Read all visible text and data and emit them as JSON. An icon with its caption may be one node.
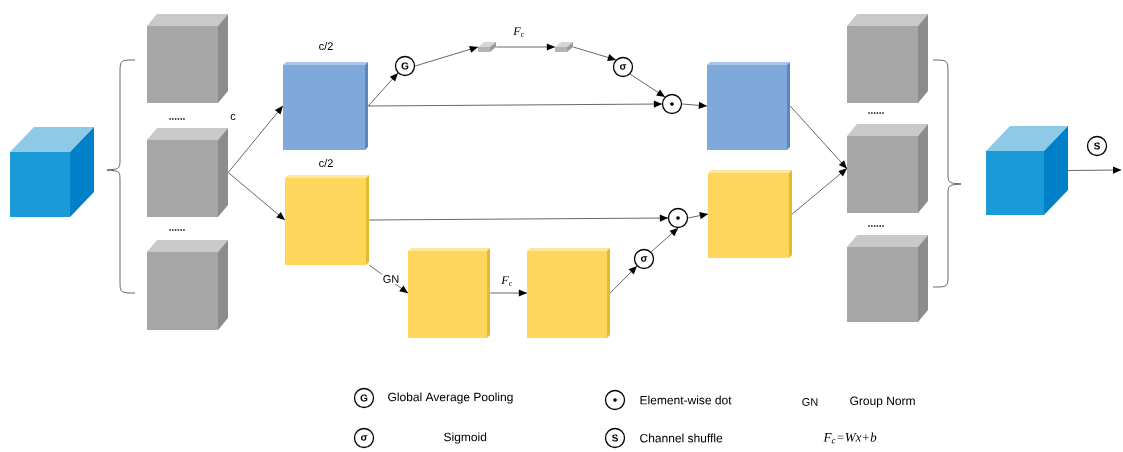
{
  "diagram": {
    "nodes": [
      {
        "text": [],
        "shape": "cube"
      },
      {
        "text": [],
        "shape": "cube"
      },
      {
        "text": [],
        "shape": "cube",
        "beside": [
          "c"
        ]
      },
      {
        "text": [],
        "shape": "cube"
      },
      {
        "text": [],
        "shape": "box",
        "beside": [
          "c/2"
        ]
      },
      {
        "text": [],
        "shape": "box",
        "beside": [
          "c/2"
        ]
      },
      {
        "text": [
          "G"
        ]
      },
      {
        "text": [],
        "shape": "bar"
      },
      {
        "text": [],
        "shape": "bar"
      },
      {
        "text": [
          "σ"
        ]
      },
      {
        "text": [],
        "shape": "circle"
      },
      {
        "text": [],
        "shape": "box"
      },
      {
        "text": [],
        "shape": "box"
      },
      {
        "text": [
          "σ"
        ]
      },
      {
        "text": [],
        "shape": "circle"
      },
      {
        "text": [],
        "shape": "box"
      },
      {
        "text": [],
        "shape": "box"
      },
      {
        "text": [],
        "shape": "cube"
      },
      {
        "text": [],
        "shape": "cube"
      },
      {
        "text": [],
        "shape": "cube"
      },
      {
        "text": [],
        "shape": "cube"
      },
      {
        "text": [
          "S"
        ]
      }
    ],
    "edges": [
      {
        "from": 2,
        "to": 4,
        "arrow": "to"
      },
      {
        "from": 2,
        "to": 5,
        "arrow": "to"
      },
      {
        "from": 4,
        "to": 6,
        "arrow": "to"
      },
      {
        "from": 6,
        "to": 7,
        "arrow": "to"
      },
      {
        "from": 7,
        "to": 8,
        "arrow": "to",
        "label": "F$_{c}$"
      },
      {
        "from": 8,
        "to": 9,
        "arrow": "to"
      },
      {
        "from": 9,
        "to": 10,
        "arrow": "to"
      },
      {
        "from": 4,
        "to": 10,
        "arrow": "to"
      },
      {
        "from": 10,
        "to": 15,
        "arrow": "to"
      },
      {
        "from": 5,
        "to": 14,
        "arrow": "to"
      },
      {
        "from": 5,
        "to": 11,
        "arrow": "to",
        "label": "GN"
      },
      {
        "from": 11,
        "to": 12,
        "arrow": "to",
        "label": "F$_{c}$"
      },
      {
        "from": 12,
        "to": 13,
        "arrow": "to"
      },
      {
        "from": 13,
        "to": 14,
        "arrow": "to"
      },
      {
        "from": 14,
        "to": 16,
        "arrow": "to"
      },
      {
        "from": 15,
        "to": 18,
        "arrow": "to"
      },
      {
        "from": 16,
        "to": 18,
        "arrow": "to"
      },
      {
        "from": 20,
        "to": null,
        "arrow": "to"
      }
    ],
    "labels": [
      "......",
      "......",
      "......",
      "......",
      "G",
      "GN",
      "σ",
      "S",
      "F$_{c}$=Wx+b"
    ],
    "legend": [
      {
        "text": "Global Average Pooling"
      },
      {
        "text": "Element-wise dot"
      },
      {
        "text": "Group Norm"
      },
      {
        "text": "Sigmoid"
      },
      {
        "text": "Channel shuffle"
      }
    ]
  }
}
